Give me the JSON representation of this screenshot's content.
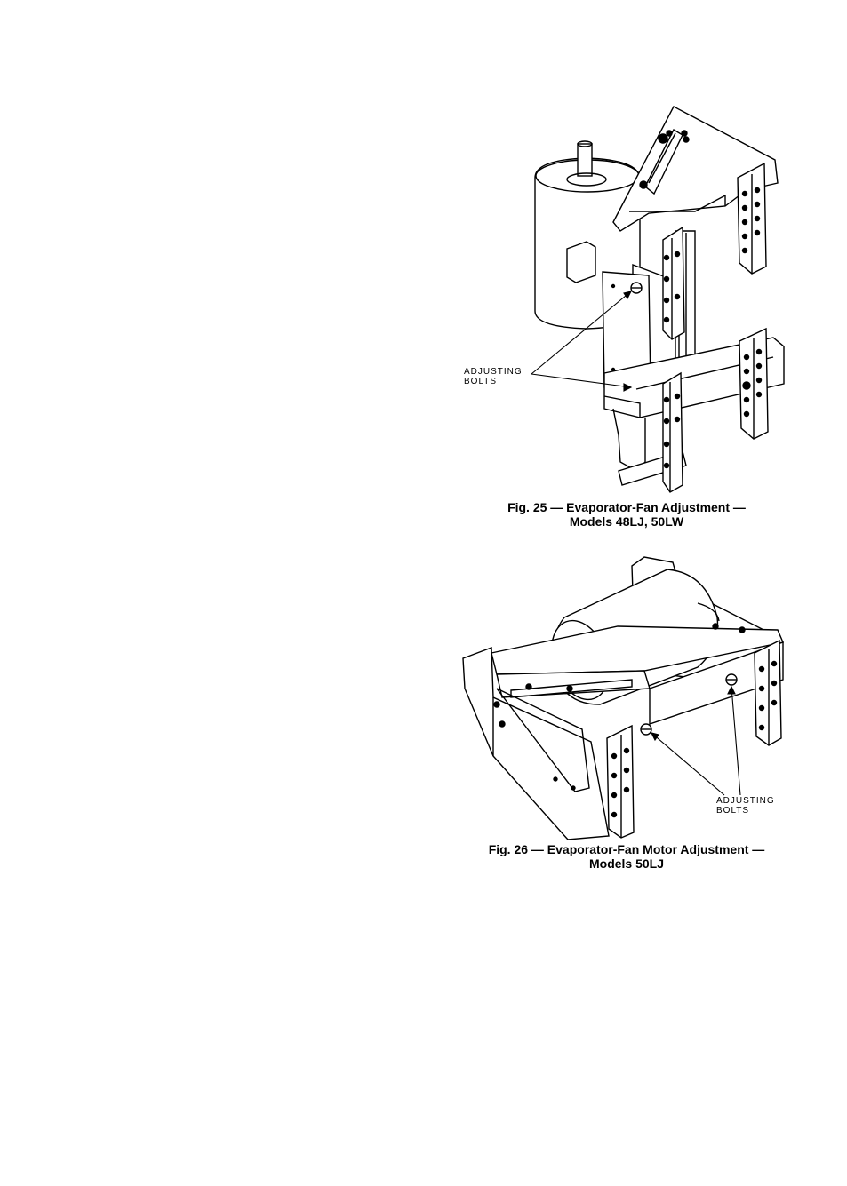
{
  "figures": [
    {
      "callout_line1": "ADJUSTING",
      "callout_line2": "BOLTS",
      "caption_line1": "Fig. 25 — Evaporator-Fan Adjustment —",
      "caption_line2": "Models 48LJ, 50LW"
    },
    {
      "callout_line1": "ADJUSTING",
      "callout_line2": "BOLTS",
      "caption_line1": "Fig. 26 — Evaporator-Fan Motor Adjustment —",
      "caption_line2": "Models 50LJ"
    }
  ]
}
